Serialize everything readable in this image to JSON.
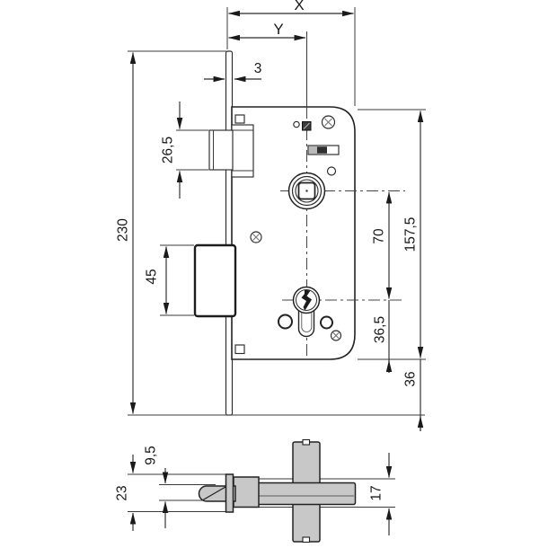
{
  "diagram": {
    "type": "technical-drawing",
    "subject": "mortise lock dimension drawing, front view and bottom section view",
    "views": {
      "front_view": "lock case with faceplate, latch bolt, deadbolt, spindle follower and euro cylinder",
      "bottom_view": "horizontal section showing faceplate, latch bolt and follower boss"
    },
    "labels": {
      "backset_total": "X",
      "backset": "Y",
      "faceplate_thickness": "3",
      "latch_bolt_height": "26,5",
      "faceplate_length": "230",
      "deadbolt_height": "45",
      "spindle_to_cylinder": "70",
      "case_length": "157,5",
      "cylinder_to_case_bottom": "36,5",
      "case_bottom_to_faceplate_end": "36",
      "latch_bolt_thickness": "9,5",
      "faceplate_width": "23",
      "case_thickness": "17"
    },
    "colors": {
      "line": "#2b2b2b",
      "metal_fill": "#c8c8c8",
      "background": "#ffffff"
    }
  }
}
